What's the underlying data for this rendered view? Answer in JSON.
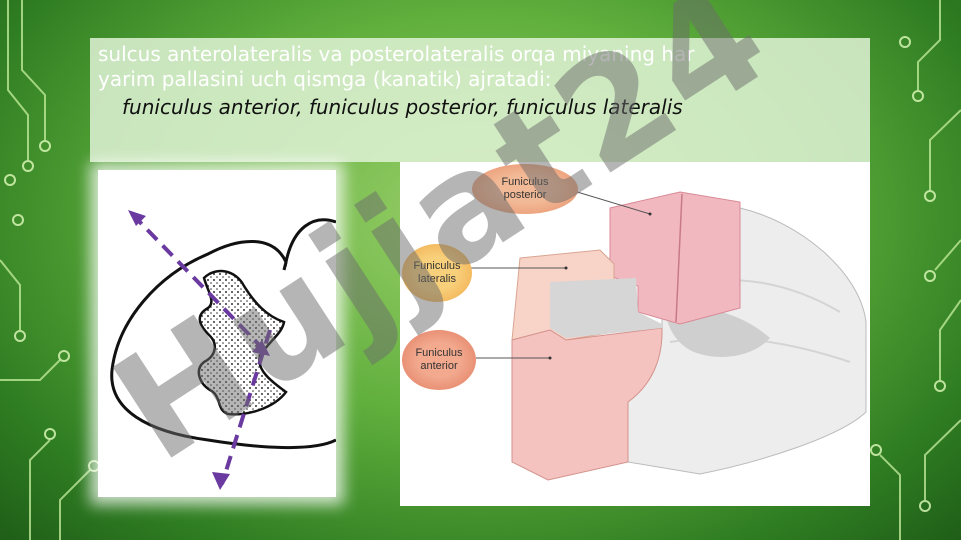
{
  "slide": {
    "text_line1": "sulcus anterolateralis va posterolateralis orqa miyaning har",
    "text_line2": "yarim pallasini uch qismga (kanatik) ajratadi:",
    "text_line3": "funiculus anterior, funiculus posterior, funiculus lateralis"
  },
  "diagram": {
    "labels": {
      "posterior_line1": "Funiculus",
      "posterior_line2": "posterior",
      "lateral_line1": "Funiculus",
      "lateral_line2": "lateralis",
      "anterior_line1": "Funiculus",
      "anterior_line2": "anterior"
    }
  },
  "watermark": {
    "text": "Hujjat24"
  },
  "colors": {
    "background": "#5fae3c",
    "accent_purple": "#6a3aa0",
    "funiculus_pink": "#f2b8c0",
    "watermark_gray": "#6b6b6b"
  }
}
